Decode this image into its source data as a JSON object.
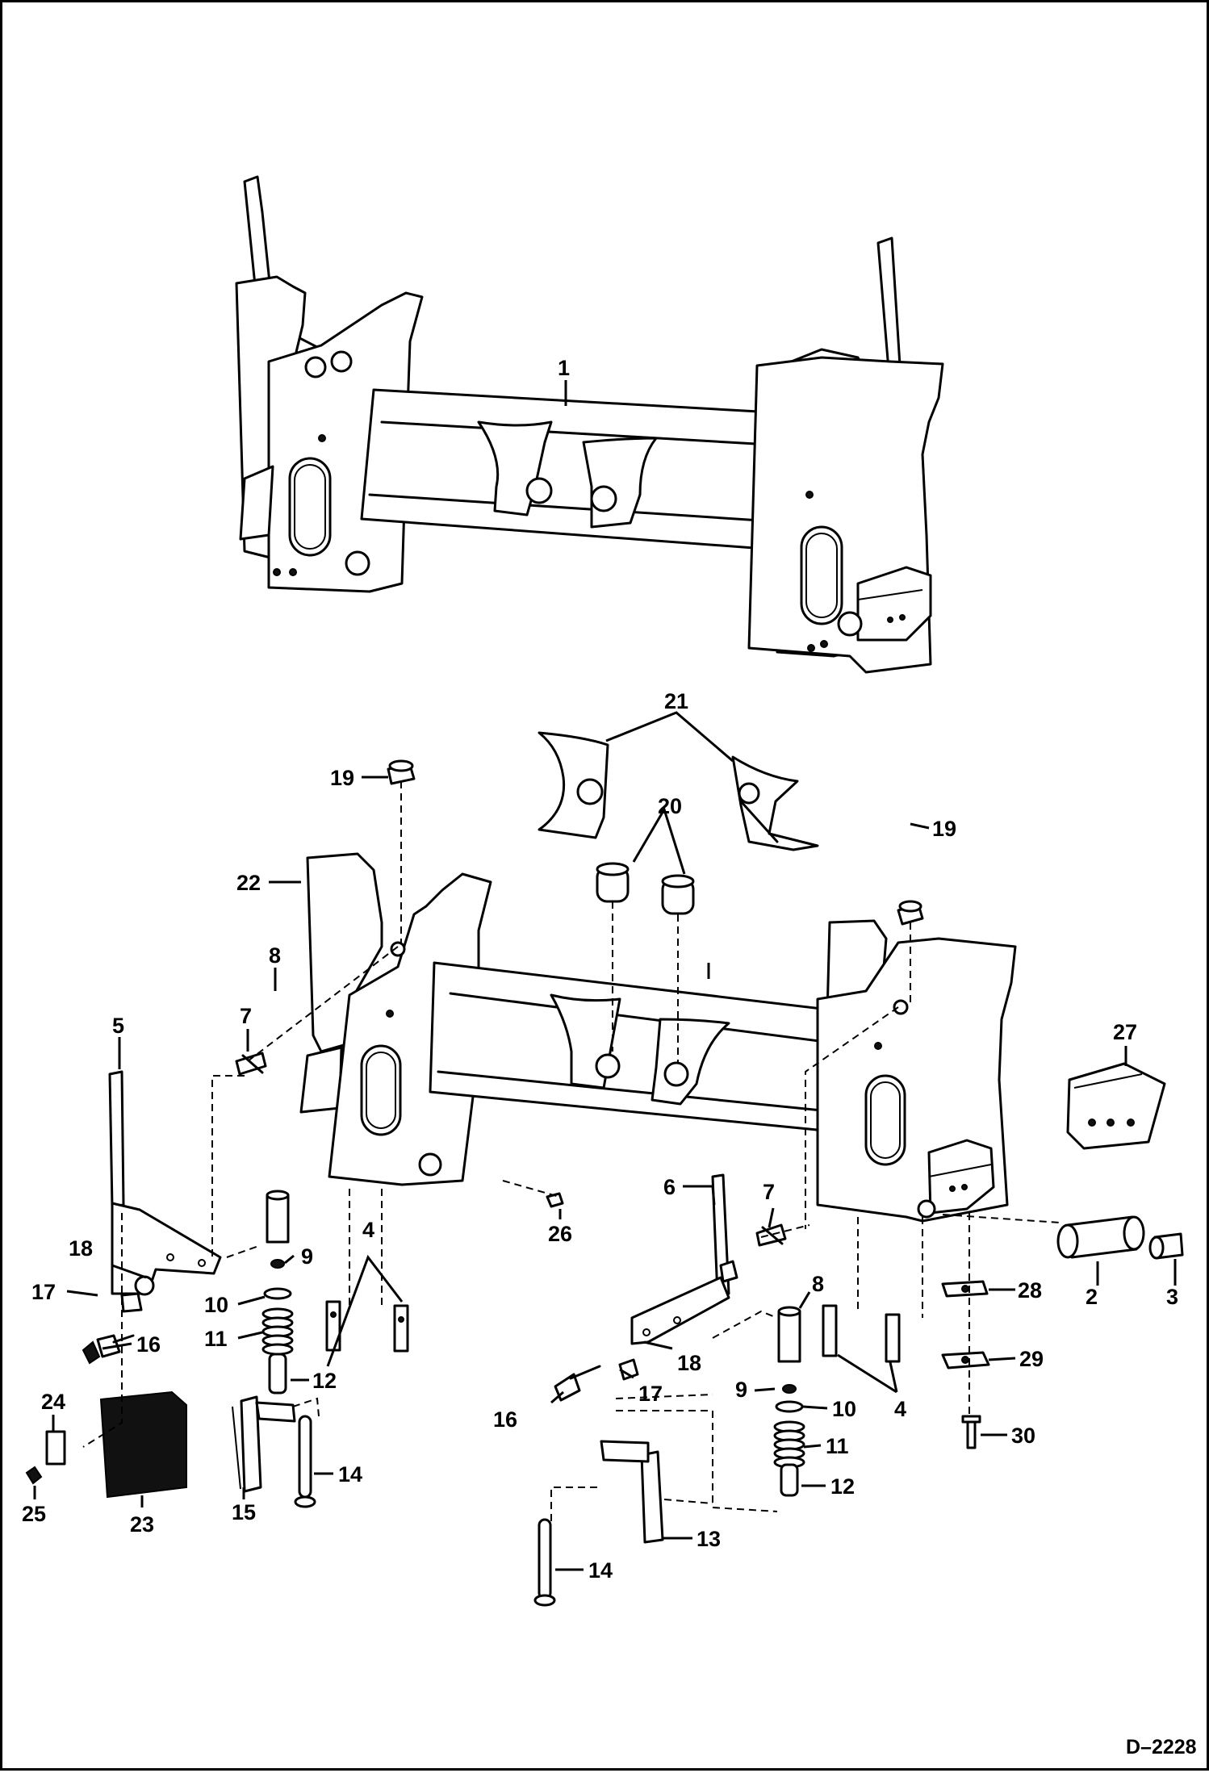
{
  "drawing_number": "D–2228",
  "callouts": {
    "c1": "1",
    "c2": "2",
    "c3": "3",
    "c4a": "4",
    "c4b": "4",
    "c5": "5",
    "c6": "6",
    "c7a": "7",
    "c7b": "7",
    "c8a": "8",
    "c8b": "8",
    "c9a": "9",
    "c9b": "9",
    "c10a": "10",
    "c10b": "10",
    "c11a": "11",
    "c11b": "11",
    "c12a": "12",
    "c12b": "12",
    "c13": "13",
    "c14a": "14",
    "c14b": "14",
    "c15": "15",
    "c16a": "16",
    "c16b": "16",
    "c17a": "17",
    "c17b": "17",
    "c18a": "18",
    "c18b": "18",
    "c19a": "19",
    "c19b": "19",
    "c20": "20",
    "c21": "21",
    "c22": "22",
    "c23": "23",
    "c24": "24",
    "c25": "25",
    "c26": "26",
    "c27": "27",
    "c28": "28",
    "c29": "29",
    "c30": "30"
  }
}
